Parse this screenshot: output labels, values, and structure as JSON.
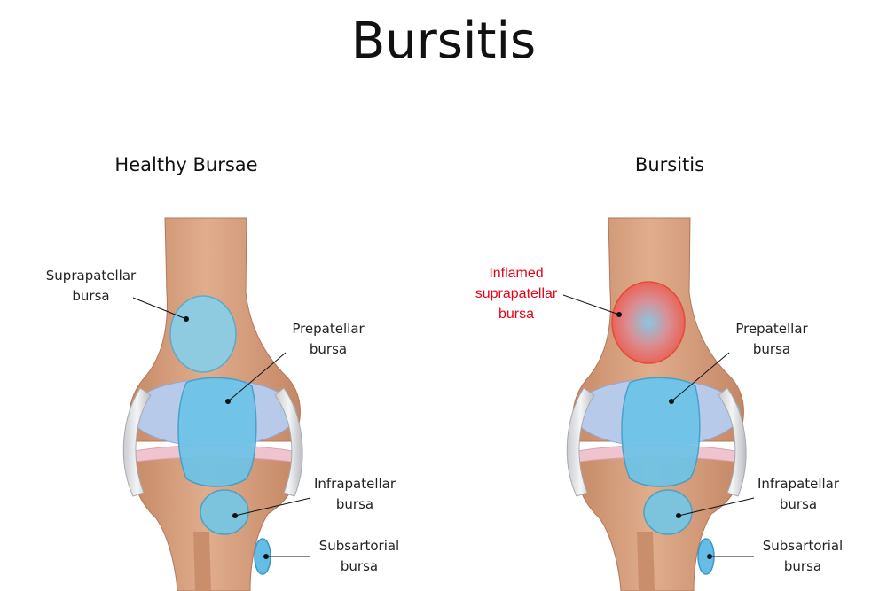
{
  "title": "Bursitis",
  "panels": [
    {
      "subtitle": "Healthy Bursae",
      "labels": {
        "suprapatellar": [
          "Suprapatellar",
          "bursa"
        ],
        "prepatellar": [
          "Prepatellar",
          "bursa"
        ],
        "infrapatellar": [
          "Infrapatellar",
          "bursa"
        ],
        "subsartorial": [
          "Subsartorial",
          "bursa"
        ]
      }
    },
    {
      "subtitle": "Bursitis",
      "labels": {
        "suprapatellar": [
          "Inflamed",
          "suprapatellar",
          "bursa"
        ],
        "prepatellar": [
          "Prepatellar",
          "bursa"
        ],
        "infrapatellar": [
          "Infrapatellar",
          "bursa"
        ],
        "subsartorial": [
          "Subsartorial",
          "bursa"
        ]
      }
    }
  ],
  "colors": {
    "bone": "#d9a27f",
    "bursa": "#7dc7e6",
    "inflamed": "#ee5a4c",
    "cartilage": "#a9c3ee",
    "meniscus": "#efc4cf"
  }
}
